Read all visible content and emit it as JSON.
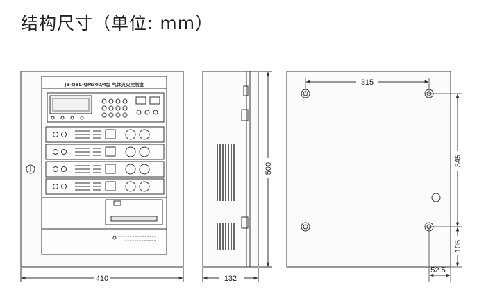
{
  "title": "结构尺寸（单位: mm）",
  "front_view": {
    "panel_label": "JB-QBL-QM300/4型 气体灭火控制盘",
    "width_label": "410"
  },
  "side_view": {
    "depth_label": "132",
    "height_label": "500"
  },
  "back_view": {
    "hole_spacing_horizontal": "315",
    "hole_spacing_vertical": "345",
    "bottom_offset": "105",
    "side_offset": "52.5"
  },
  "colors": {
    "line": "#333333",
    "panel_fill": "#fafafa",
    "hatch": "#444444"
  }
}
